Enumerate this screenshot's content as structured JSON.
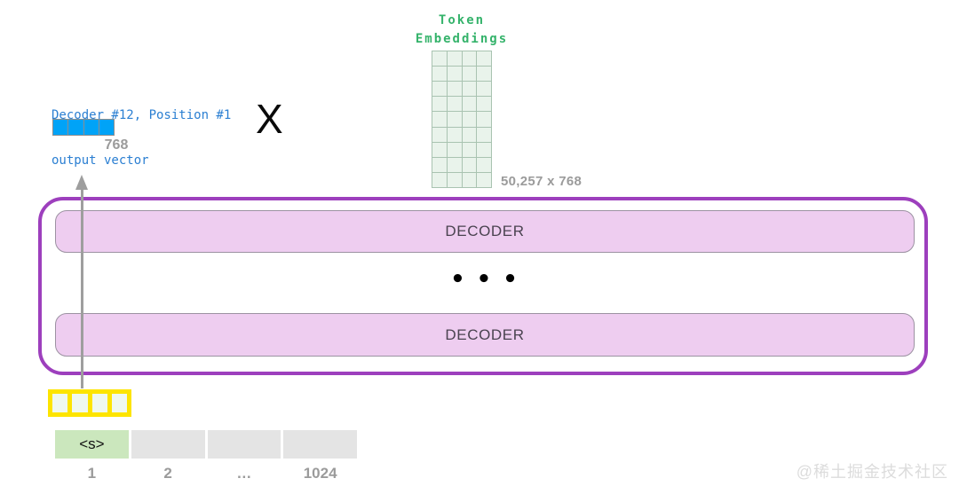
{
  "token_embeddings": {
    "title": [
      "Token",
      "Embeddings"
    ],
    "grid_rows": 9,
    "grid_cols": 4,
    "dims_label": "50,257 x 768"
  },
  "output_vector": {
    "label": [
      "Decoder #12, Position #1",
      "output vector"
    ],
    "cells": 4,
    "dim_label": "768"
  },
  "multiply_symbol": "X",
  "decoder_stack": {
    "top_decoder": "DECODER",
    "bottom_decoder": "DECODER",
    "ellipsis": "•••"
  },
  "input_sequence": {
    "highlight_vector_cells": 4,
    "first_token": "<s>",
    "empty_token_cells": 3,
    "position_labels": [
      "1",
      "2",
      "…",
      "1024"
    ]
  },
  "watermark": "@稀土掘金技术社区",
  "colors": {
    "green_text": "#35b36b",
    "grid_fill": "#e9f3eb",
    "grid_line": "#a9c3b1",
    "blue_text": "#2b7fd2",
    "blue_cell": "#00a3f7",
    "purple_border": "#9d3fbd",
    "pink_fill": "#eecdf0",
    "decoder_text": "#4a4350",
    "gray_text": "#9b9b9b",
    "yellow_border": "#fde400",
    "token_green": "#cbe7bd",
    "token_gray": "#e4e4e4"
  }
}
